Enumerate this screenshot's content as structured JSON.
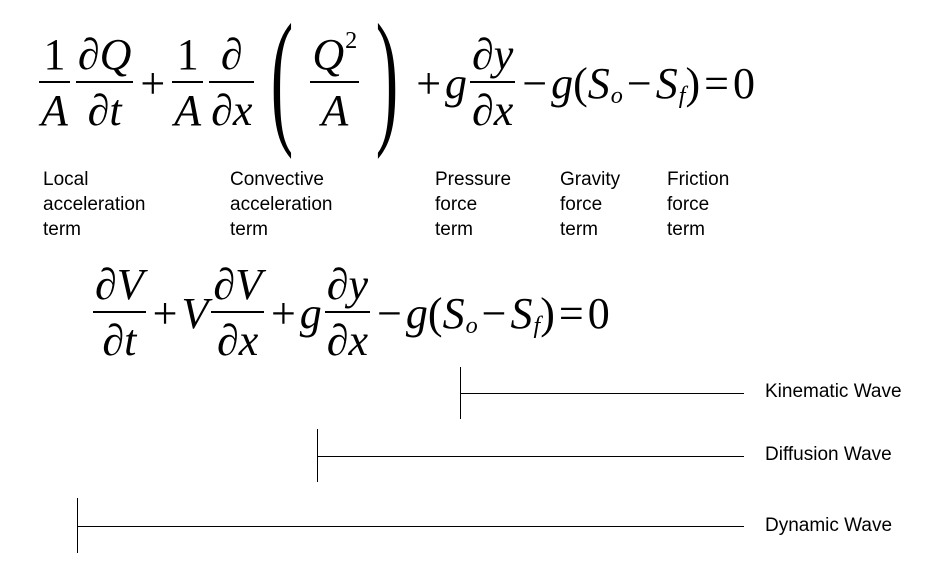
{
  "equation1": {
    "t1_num": "1",
    "t1_den": "A",
    "t2_num": "∂Q",
    "t2_den": "∂t",
    "plus1": "+",
    "t3_num": "1",
    "t3_den": "A",
    "t4_num": "∂",
    "t4_den": "∂x",
    "paren_open": "(",
    "t5_num_base": "Q",
    "t5_num_sup": "2",
    "t5_den": "A",
    "paren_close": ")",
    "plus2": "+",
    "g1": "g",
    "t6_num": "∂y",
    "t6_den": "∂x",
    "minus": "−",
    "g2": "g",
    "lp": "(",
    "s1": "S",
    "s1_sub": "o",
    "minus2": "−",
    "s2": "S",
    "s2_sub": "f",
    "rp": ")",
    "eq": "=",
    "zero": "0"
  },
  "term_labels": [
    "Local\nacceleration\nterm",
    "Convective\nacceleration\nterm",
    "Pressure\nforce\nterm",
    "Gravity\nforce\nterm",
    "Friction\nforce\nterm"
  ],
  "equation2": {
    "t1_num": "∂V",
    "t1_den": "∂t",
    "plus1": "+",
    "v": "V",
    "t2_num": "∂V",
    "t2_den": "∂x",
    "plus2": "+",
    "g1": "g",
    "t3_num": "∂y",
    "t3_den": "∂x",
    "minus": "−",
    "g2": "g",
    "lp": "(",
    "s1": "S",
    "s1_sub": "o",
    "minus2": "−",
    "s2": "S",
    "s2_sub": "f",
    "rp": ")",
    "eq": "=",
    "zero": "0"
  },
  "waves": [
    "Kinematic Wave",
    "Diffusion Wave",
    "Dynamic Wave"
  ]
}
